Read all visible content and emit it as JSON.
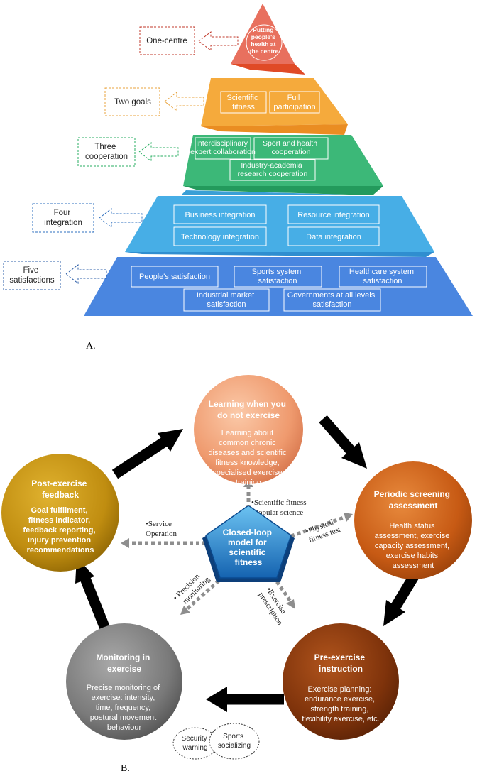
{
  "panel_a": {
    "panel_label": "A.",
    "levels": [
      {
        "side_label": [
          "One-centre"
        ],
        "color": "#c0392b",
        "boxes": [
          {
            "lines": [
              "Putting",
              "people's",
              "health at",
              "the centre"
            ]
          }
        ]
      },
      {
        "side_label": [
          "Two goals"
        ],
        "color": "#e8a33d",
        "boxes": [
          {
            "lines": [
              "Scientific",
              "fitness"
            ]
          },
          {
            "lines": [
              "Full",
              "participation"
            ]
          }
        ]
      },
      {
        "side_label": [
          "Three",
          "cooperation"
        ],
        "color": "#27ae60",
        "boxes": [
          {
            "lines": [
              "Interdisciplinary",
              "expert collaboration"
            ]
          },
          {
            "lines": [
              "Sport and health",
              "cooperation"
            ]
          },
          {
            "lines": [
              "Industry-academia",
              "research cooperation"
            ]
          }
        ]
      },
      {
        "side_label": [
          "Four",
          "integration"
        ],
        "color": "#2e6fbf",
        "boxes": [
          {
            "lines": [
              "Business integration"
            ]
          },
          {
            "lines": [
              "Resource integration"
            ]
          },
          {
            "lines": [
              "Technology integration"
            ]
          },
          {
            "lines": [
              "Data integration"
            ]
          }
        ]
      },
      {
        "side_label": [
          "Five",
          "satisfactions"
        ],
        "color": "#2e5fa8",
        "boxes": [
          {
            "lines": [
              "People's satisfaction"
            ]
          },
          {
            "lines": [
              "Sports system",
              "satisfaction"
            ]
          },
          {
            "lines": [
              "Healthcare system",
              "satisfaction"
            ]
          },
          {
            "lines": [
              "Industrial market",
              "satisfaction"
            ]
          },
          {
            "lines": [
              "Governments at all levels",
              "satisfaction"
            ]
          }
        ]
      }
    ]
  },
  "panel_b": {
    "panel_label": "B.",
    "center": {
      "lines": [
        "Closed-loop",
        "model for",
        "scientific",
        "fitness"
      ]
    },
    "nodes": [
      {
        "title": [
          "Learning when you",
          "do not exercise"
        ],
        "body": [
          "Learning about",
          "common chronic",
          "diseases and scientific",
          "fitness knowledge,",
          "specialised exercise",
          "training"
        ]
      },
      {
        "title": [
          "Periodic screening",
          "assessment"
        ],
        "body": [
          "Health status",
          "assessment, exercise",
          "capacity assessment,",
          "exercise habits",
          "assessment"
        ]
      },
      {
        "title": [
          "Pre-exercise",
          "instruction"
        ],
        "body": [
          "Exercise planning:",
          "endurance exercise,",
          "strength training,",
          "flexibility exercise, etc."
        ]
      },
      {
        "title": [
          "Monitoring in",
          "exercise"
        ],
        "body": [
          "Precise monitoring of",
          "exercise: intensity,",
          "time, frequency,",
          "postural movement",
          "behaviour"
        ]
      },
      {
        "title": [
          "Post-exercise",
          "feedback"
        ],
        "body": [
          "Goal fulfilment,",
          "fitness indicator,",
          "feedback reporting,",
          "injury prevention",
          "recommendations"
        ]
      }
    ],
    "spoke_labels": [
      [
        "•Scientific fitness",
        "•Popular science"
      ],
      [
        "•Physical",
        "fitness test"
      ],
      [
        "•Exercise",
        "prescription"
      ],
      [
        "• Precision",
        "monitoring"
      ],
      [
        "•Service",
        "Operation"
      ]
    ],
    "bubbles": [
      [
        "Security",
        "warning"
      ],
      [
        "Sports",
        "socializing"
      ]
    ]
  }
}
